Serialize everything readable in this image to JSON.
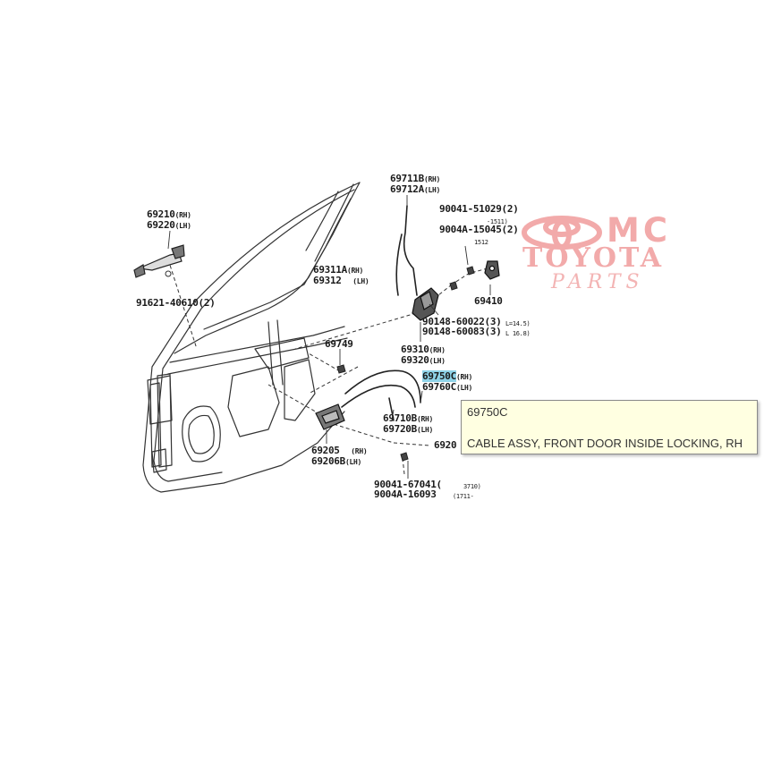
{
  "labels": {
    "p69210": "69210",
    "p69210_s": "(RH)",
    "p69220": "69220",
    "p69220_s": "(LH)",
    "p91621": "91621-40610(2)",
    "p69711B": "69711B",
    "p69711B_s": "(RH)",
    "p69712A": "69712A",
    "p69712A_s": "(LH)",
    "p69311A": "69311A",
    "p69311A_s": "(RH)",
    "p69312": "69312",
    "p69312_s": "(LH)",
    "p90041_51029": "90041-51029(2)",
    "p1511": "-1511)",
    "p9004A_15045": "9004A-15045(2)",
    "p1512": "1512",
    "p69410": "69410",
    "p90148_60022": "90148-60022(3)",
    "p14_5": "L=14.5)",
    "p90148_60083": "90148-60083(3)",
    "p16_8": "L 16.8)",
    "p69749": "69749",
    "p69310": "69310",
    "p69310_s": "(RH)",
    "p69320": "69320",
    "p69320_s": "(LH)",
    "p69750C": "69750C",
    "p69750C_s": "(RH)",
    "p69760C": "69760C",
    "p69760C_s": "(LH)",
    "p69710B": "69710B",
    "p69710B_s": "(RH)",
    "p69720B": "69720B",
    "p69720B_s": "(LH)",
    "p69205": "69205",
    "p69205_s": "(RH)",
    "p69206B": "69206B",
    "p69206B_s": "(LH)",
    "p6920": "6920",
    "p90041_67041": "90041-67041(",
    "p3710": "3710)",
    "p9004A_16093": "9004A-16093",
    "p1711": "(1711-"
  },
  "logo": {
    "omc": "MC",
    "toyota": "TOYOTA",
    "parts": "PARTS",
    "color": "#f2aaaa"
  },
  "tooltip": {
    "code": "69750C",
    "description": "CABLE ASSY, FRONT DOOR INSIDE LOCKING, RH"
  },
  "highlight_color": "#8fd3e8"
}
